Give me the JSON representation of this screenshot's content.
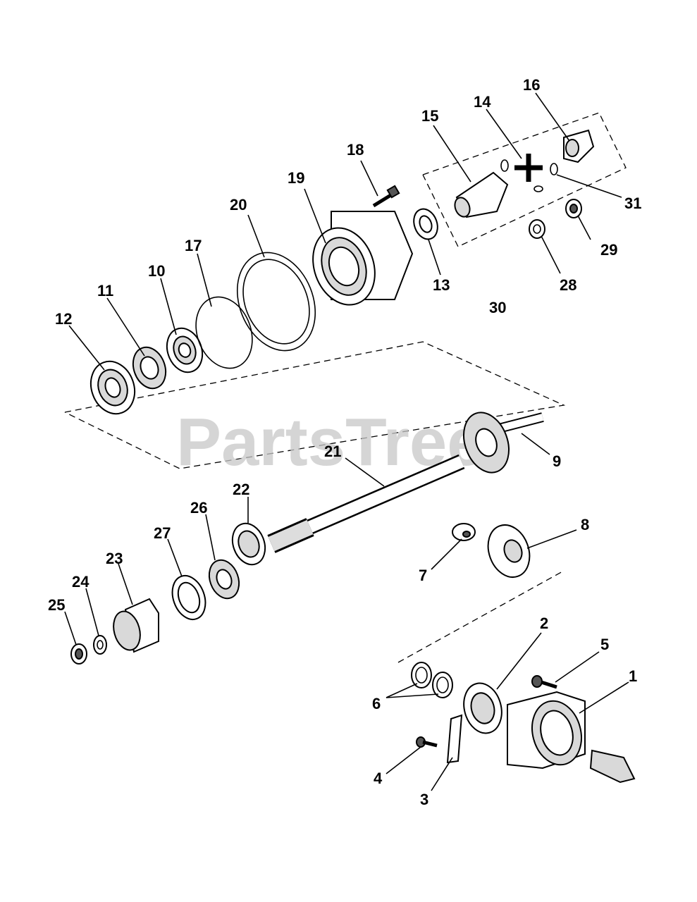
{
  "watermark": "PartsTree",
  "callouts": {
    "c1": "1",
    "c2": "2",
    "c3": "3",
    "c4": "4",
    "c5": "5",
    "c6": "6",
    "c7": "7",
    "c8": "8",
    "c9": "9",
    "c10": "10",
    "c11": "11",
    "c12": "12",
    "c13": "13",
    "c14": "14",
    "c15": "15",
    "c16": "16",
    "c17": "17",
    "c18": "18",
    "c19": "19",
    "c20": "20",
    "c21": "21",
    "c22": "22",
    "c23": "23",
    "c24": "24",
    "c25": "25",
    "c26": "26",
    "c27": "27",
    "c28": "28",
    "c29": "29",
    "c30": "30",
    "c31": "31"
  }
}
